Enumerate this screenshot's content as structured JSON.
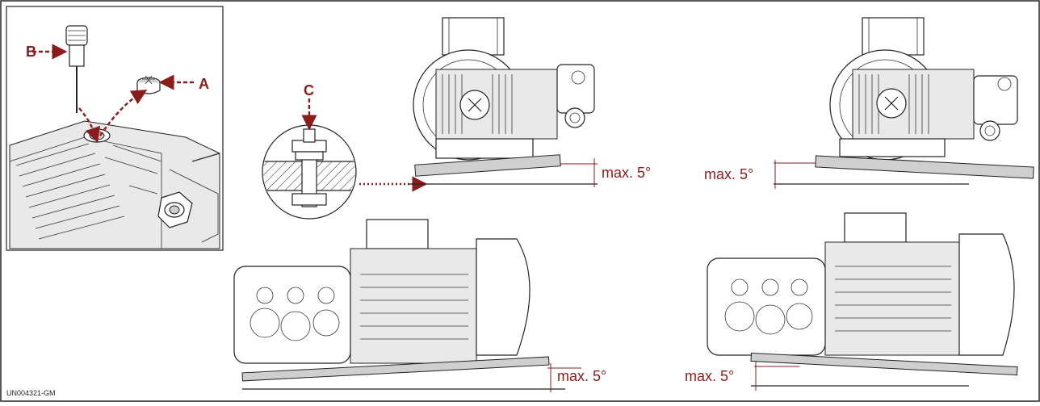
{
  "labels": {
    "a": "A",
    "b": "B",
    "c": "C"
  },
  "angle_labels": {
    "top_center": "max. 5°",
    "top_right": "max. 5°",
    "bottom_center": "max. 5°",
    "bottom_right": "max. 5°"
  },
  "figure_code": "UN004321-GM",
  "colors": {
    "accent": "#8b1c1c",
    "line": "#222222"
  }
}
